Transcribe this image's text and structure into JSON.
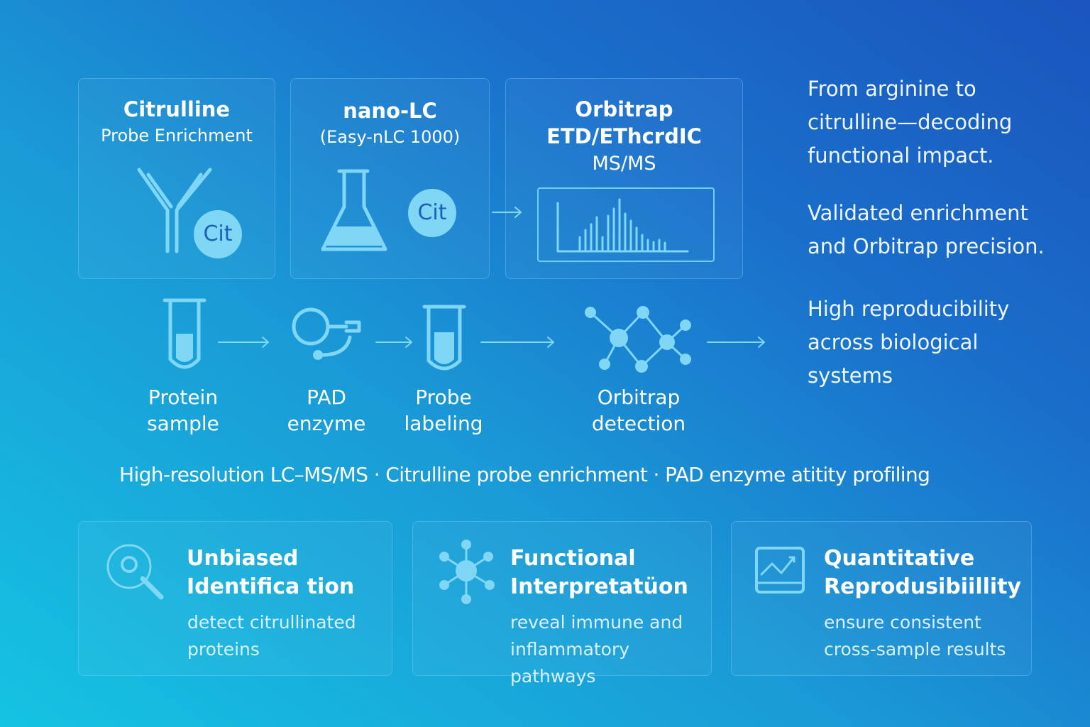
{
  "panels": [
    {
      "title": "Citrulline",
      "subtitle": "Probe Enrichment",
      "badge": "Cit"
    },
    {
      "title": "nano-LC",
      "subtitle": "(Easy-nLC 1000)",
      "badge": "Cit"
    },
    {
      "title": "Orbitrap",
      "title2": "ETD/EThcrdIC",
      "subtitle": "MS/MS"
    }
  ],
  "steps": [
    {
      "line1": "Protein",
      "line2": "sample"
    },
    {
      "line1": "PAD",
      "line2": "enzyme"
    },
    {
      "line1": "Probe",
      "line2": "labeling"
    },
    {
      "line1": "Orbitrap",
      "line2": "detection"
    }
  ],
  "side_text": [
    [
      "From arginine to",
      "citrulline—decoding",
      "functional impact."
    ],
    [
      "Validated enrichment",
      "and Orbitrap precision."
    ],
    [
      "High reproducibility",
      "across biological",
      "systems"
    ]
  ],
  "tagline": "High-resolution LC–MS/MS · Citrulline probe enrichment · PAD enzyme atitity profiling",
  "features": [
    {
      "title1": "Unbiased",
      "title2": "Identifica tion",
      "desc1": "detect citrullinated",
      "desc2": "proteins"
    },
    {
      "title1": "Functional",
      "title2": "Interpretatüon",
      "desc1": "reveal immune and",
      "desc2": "inflammatory pathways"
    },
    {
      "title1": "Quantitative",
      "title2": "Reprodusibiillity",
      "desc1": "ensure consistent",
      "desc2": "cross-sample results"
    }
  ]
}
